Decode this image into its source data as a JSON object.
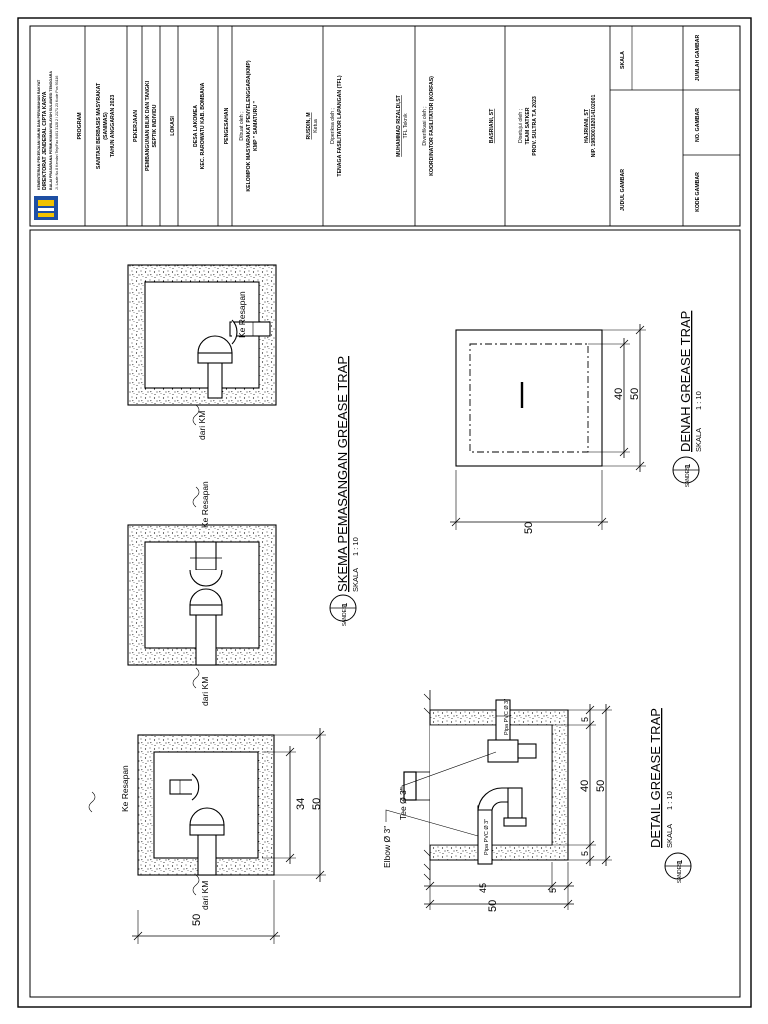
{
  "title_block": {
    "agency_lines": [
      "KEMENTERIAN PEKERJAAN UMUM DAN PERUMAHAN RAKYAT",
      "DIREKTORAT JENDERAL CIPTA KARYA",
      "BALAI PRASARANA PERMUKIMAN WILAYAH SULAWESI TENGGARA",
      "Jl. Laute No.8 Kendari   Telp/Fax 0401 3128 2 / 2171 23   Kode Pos 93116"
    ],
    "program_label": "PROGRAM",
    "program_value": [
      "SANITASI BERBASIS MASYRAKAT",
      "(SANIMAS)",
      "TAHUN ANGGARAN 2023"
    ],
    "pekerjaan_label": "PEKERJAAN",
    "pekerjaan_value": [
      "PEMBANGUNAN BILIK DAN TANGKI",
      "SEPTIK INDIVIDU"
    ],
    "lokasi_label": "LOKASI",
    "lokasi_value": [
      "DESA LAKOMEA",
      "KEC. RAROWATU KAB. BOMBANA"
    ],
    "pengesahan_label": "PENGESAHAN",
    "dibuat_oleh": "Dibuat oleh ;",
    "kmp_line1": "KELOMPOK MASYARAKAT PENYELENGGARA(KMP)",
    "kmp_line2": "KMP \" SAMATURU \"",
    "ketua_name": "RUSDIN, M",
    "ketua_role": "Ketua",
    "diperiksa_oleh": "Diperiksa oleh ;",
    "tfl_line": "TENAGA FASILITATOR LAPANGAN (TFL)",
    "tfl_name": "MUHAMMAD RIZALDI,ST",
    "tfl_role": "TFL Teknik",
    "diverifikasi_oleh": "Diverifikasi oleh ;",
    "korfas_line": "KOORDINATOR FASILITATOR (KORFAS)",
    "korfas_name": "BASRIANI, ST",
    "disetujui_oleh": "Disetujui oleh ;",
    "satker_line1": "TEAM SATKER",
    "satker_line2": "PROV. SULTRA T.A 2023",
    "satker_name": "HAJRIANI, ST",
    "satker_nip": "NIP.   198300182014102001",
    "judul_gambar": "JUDUL GAMBAR",
    "skala": "SKALA",
    "kode_gambar": "KODE GAMBAR",
    "no_gambar": "NO. GAMBAR",
    "jumlah_gambar": "JUMLAH GAMBAR"
  },
  "drawing": {
    "skema_title": "SKEMA PEMASANGAN GREASE TRAP",
    "detail_title": "DETAIL GREASE TRAP",
    "denah_title": "DENAH GREASE TRAP",
    "skala_word": "SKALA",
    "scale_value": "1 : 10",
    "callout_number": "1",
    "callout_sheet": "SANDES",
    "dari_km": "dari KM",
    "ke_resapan": "Ke Resapan",
    "elbow": "Elbow Ø 3\"",
    "tee": "Tee Ø 3\"",
    "pipa_pvc": "Pipa PVC Ø 3\"",
    "dims": {
      "d50": "50",
      "d34": "34",
      "d40": "40",
      "d45": "45",
      "d5": "5"
    }
  }
}
